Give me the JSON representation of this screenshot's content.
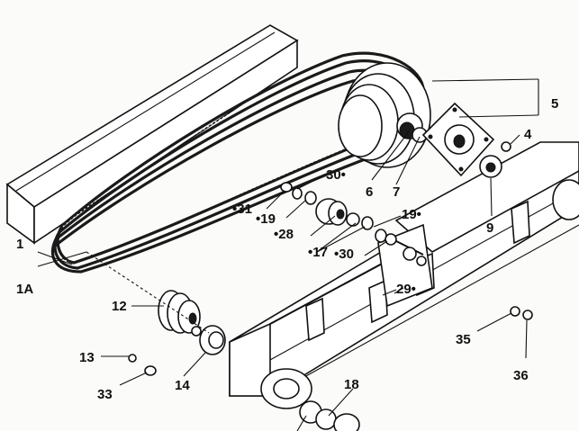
{
  "labels": {
    "l1": "1",
    "l1a": "1A",
    "l4": "4",
    "l5": "5",
    "l6": "6",
    "l7": "7",
    "l9": "9",
    "l12": "12",
    "l13": "13",
    "l14": "14",
    "l17": "•17",
    "l18": "18",
    "l19a": "•19",
    "l19b": "19•",
    "l28": "•28",
    "l29": "29•",
    "l30a": "30•",
    "l30b": "•30",
    "l31": "•31",
    "l33": "33",
    "l35": "35",
    "l36": "36"
  }
}
